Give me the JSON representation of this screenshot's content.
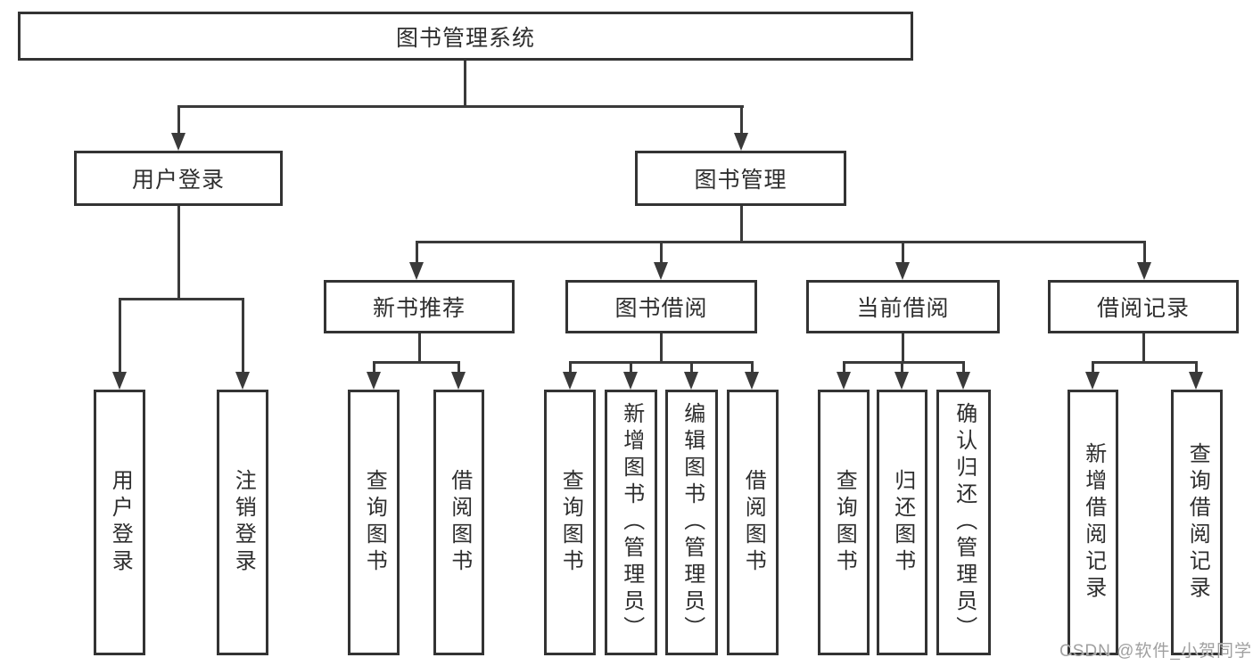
{
  "colors": {
    "line": "#3a3a3a",
    "box_border": "#333333",
    "box_bg": "#ffffff",
    "text": "#2e2e2e",
    "watermark": "#a0a0a0"
  },
  "watermark": "CSDN @软件_小贺同学",
  "tree": {
    "root": {
      "label": "图书管理系统",
      "children": [
        {
          "label": "用户登录",
          "children": [
            {
              "label": "用户登录"
            },
            {
              "label": "注销登录"
            }
          ]
        },
        {
          "label": "图书管理",
          "children": [
            {
              "label": "新书推荐",
              "children": [
                {
                  "label": "查询图书"
                },
                {
                  "label": "借阅图书"
                }
              ]
            },
            {
              "label": "图书借阅",
              "children": [
                {
                  "label": "查询图书"
                },
                {
                  "label": "新增图书（管理员）"
                },
                {
                  "label": "编辑图书（管理员）"
                },
                {
                  "label": "借阅图书"
                }
              ]
            },
            {
              "label": "当前借阅",
              "children": [
                {
                  "label": "查询图书"
                },
                {
                  "label": "归还图书"
                },
                {
                  "label": "确认归还（管理员）"
                }
              ]
            },
            {
              "label": "借阅记录",
              "children": [
                {
                  "label": "新增借阅记录"
                },
                {
                  "label": "查询借阅记录"
                }
              ]
            }
          ]
        }
      ]
    }
  }
}
